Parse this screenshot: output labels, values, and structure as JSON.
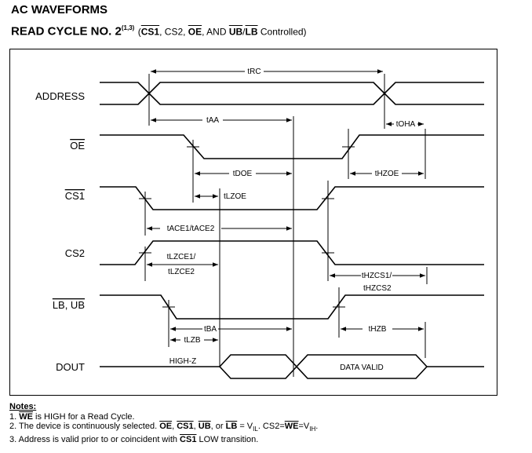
{
  "header": {
    "title": "AC WAVEFORMS",
    "subtitle_main": "READ CYCLE NO. 2",
    "subtitle_sup": "(1,3)",
    "subtitle_parts": [
      "CS1",
      ", CS2, ",
      "OE",
      ", AND ",
      "UB",
      "/",
      "LB",
      " Controlled)"
    ]
  },
  "diagram": {
    "signals": [
      {
        "label": "ADDRESS",
        "overline": false
      },
      {
        "label": "OE",
        "overline": true
      },
      {
        "label": "CS1",
        "overline": true
      },
      {
        "label": "CS2",
        "overline": false
      },
      {
        "label": "LB, UB",
        "overline": true
      },
      {
        "label": "DOUT",
        "overline": false
      }
    ],
    "timing_labels": {
      "trc": "tRC",
      "taa": "tAA",
      "toha": "tOHA",
      "tdoe": "tDOE",
      "thzoe": "tHZOE",
      "tlzoe": "tLZOE",
      "tace": "tACE1/tACE2",
      "tlzce_1": "tLZCE1/",
      "tlzce_2": "tLZCE2",
      "thzcs_1": "tHZCS1/",
      "thzcs_2": "tHZCS2",
      "tba": "tBA",
      "tlzb": "tLZB",
      "thzb": "tHZB",
      "highz": "HIGH-Z",
      "datavalid": "DATA VALID"
    }
  },
  "notes": {
    "title": "Notes:",
    "note1": [
      "1. ",
      "WE",
      " is HIGH for a Read Cycle."
    ],
    "note2": [
      "2. The device is continuously selected. ",
      "OE",
      ", ",
      "CS1",
      ", ",
      "UB",
      ", or ",
      "LB",
      " = V",
      "IL",
      ".  CS2=",
      "WE",
      "=V",
      "IH",
      "."
    ],
    "note3": [
      "3. Address is valid prior to or coincident with ",
      "CS1",
      " LOW transition."
    ]
  }
}
